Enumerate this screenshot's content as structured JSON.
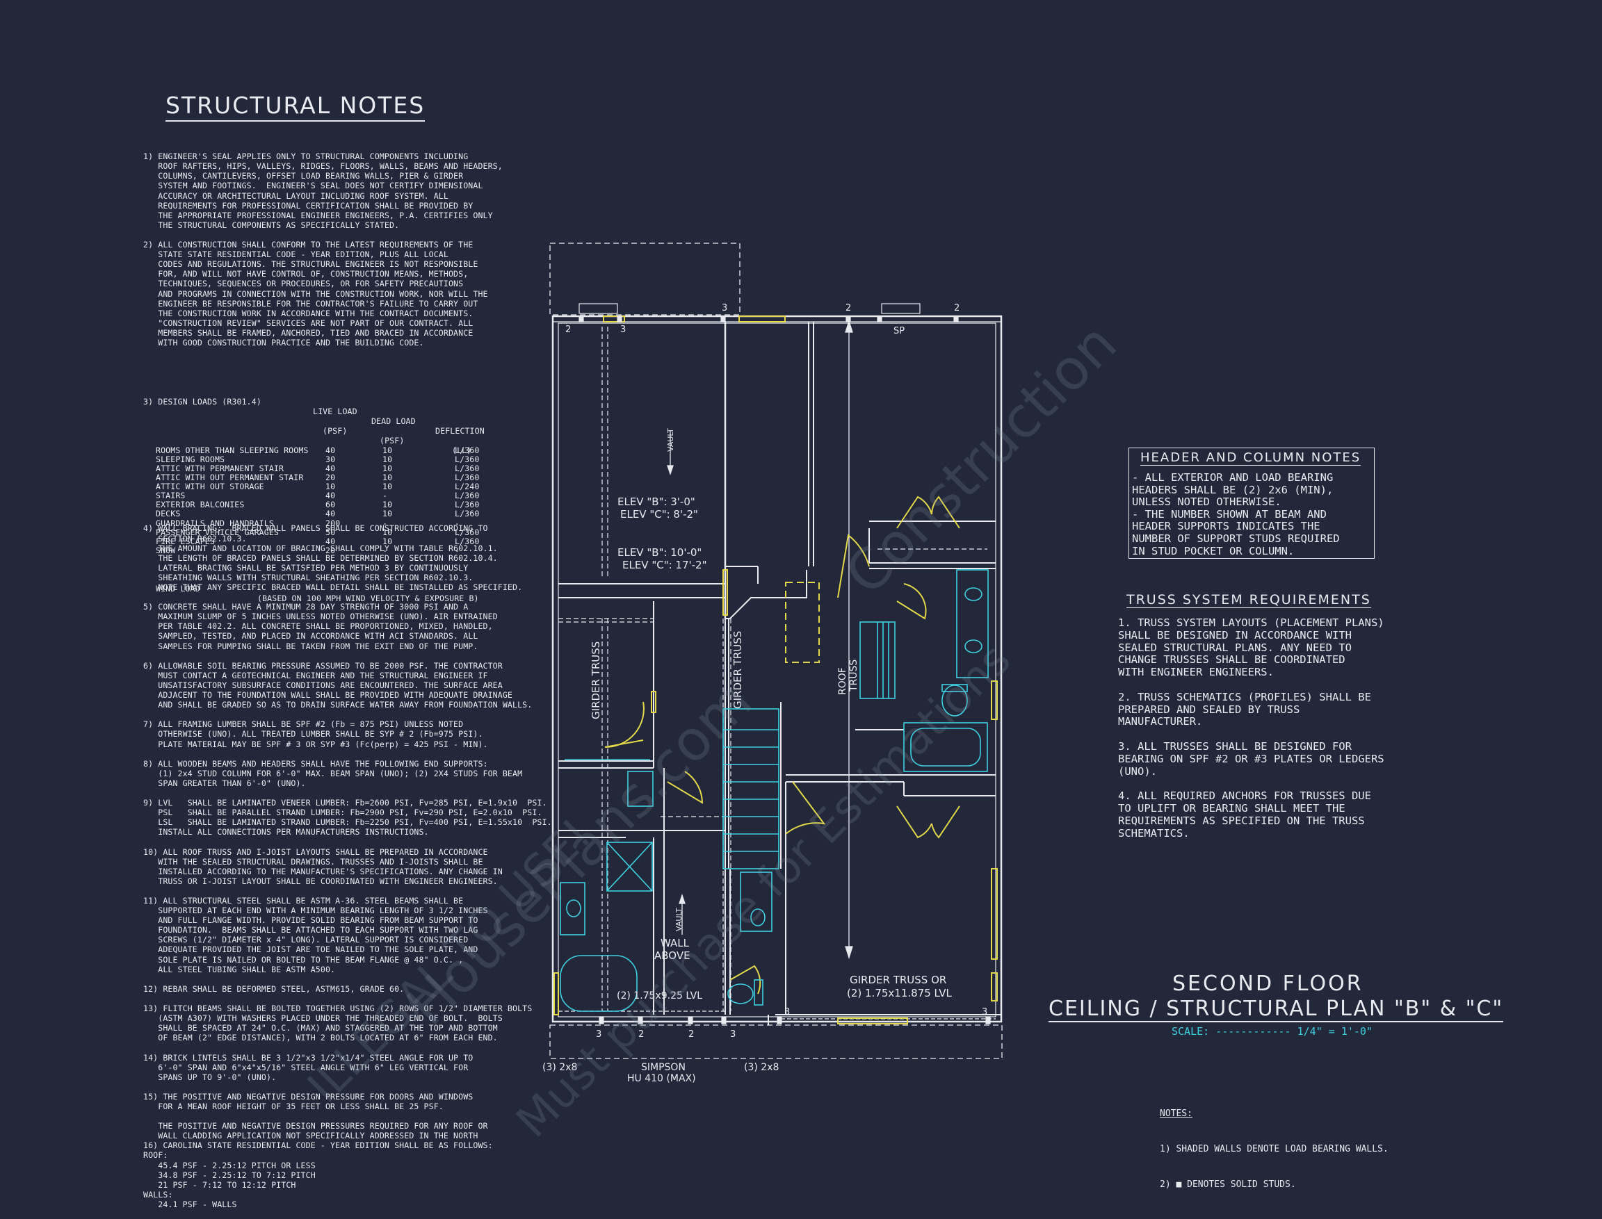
{
  "structural_notes": {
    "title": "STRUCTURAL NOTES",
    "lines": [
      "1) ENGINEER'S SEAL APPLIES ONLY TO STRUCTURAL COMPONENTS INCLUDING",
      "   ROOF RAFTERS, HIPS, VALLEYS, RIDGES, FLOORS, WALLS, BEAMS AND HEADERS,",
      "   COLUMNS, CANTILEVERS, OFFSET LOAD BEARING WALLS, PIER & GIRDER",
      "   SYSTEM AND FOOTINGS.  ENGINEER'S SEAL DOES NOT CERTIFY DIMENSIONAL",
      "   ACCURACY OR ARCHITECTURAL LAYOUT INCLUDING ROOF SYSTEM. ALL",
      "   REQUIREMENTS FOR PROFESSIONAL CERTIFICATION SHALL BE PROVIDED BY",
      "   THE APPROPRIATE PROFESSIONAL ENGINEER ENGINEERS, P.A. CERTIFIES ONLY",
      "   THE STRUCTURAL COMPONENTS AS SPECIFICALLY STATED.",
      "",
      "2) ALL CONSTRUCTION SHALL CONFORM TO THE LATEST REQUIREMENTS OF THE",
      "   STATE STATE RESIDENTIAL CODE - YEAR EDITION, PLUS ALL LOCAL",
      "   CODES AND REGULATIONS. THE STRUCTURAL ENGINEER IS NOT RESPONSIBLE",
      "   FOR, AND WILL NOT HAVE CONTROL OF, CONSTRUCTION MEANS, METHODS,",
      "   TECHNIQUES, SEQUENCES OR PROCEDURES, OR FOR SAFETY PRECAUTIONS",
      "   AND PROGRAMS IN CONNECTION WITH THE CONSTRUCTION WORK, NOR WILL THE",
      "   ENGINEER BE RESPONSIBLE FOR THE CONTRACTOR'S FAILURE TO CARRY OUT",
      "   THE CONSTRUCTION WORK IN ACCORDANCE WITH THE CONTRACT DOCUMENTS.",
      "   \"CONSTRUCTION REVIEW\" SERVICES ARE NOT PART OF OUR CONTRACT. ALL",
      "   MEMBERS SHALL BE FRAMED, ANCHORED, TIED AND BRACED IN ACCORDANCE",
      "   WITH GOOD CONSTRUCTION PRACTICE AND THE BUILDING CODE."
    ],
    "loads_header": [
      "3) DESIGN LOADS (R301.4)",
      "LIVE LOAD",
      "DEAD LOAD",
      "DEFLECTION"
    ],
    "loads_subheader": [
      "",
      "(PSF)",
      "(PSF)",
      "(LL)"
    ],
    "loads": [
      [
        "ROOMS OTHER THAN SLEEPING ROOMS",
        "40",
        "10",
        "L/360"
      ],
      [
        "SLEEPING ROOMS",
        "30",
        "10",
        "L/360"
      ],
      [
        "ATTIC WITH PERMANENT STAIR",
        "40",
        "10",
        "L/360"
      ],
      [
        "ATTIC WITH OUT PERMANENT STAIR",
        "20",
        "10",
        "L/360"
      ],
      [
        "ATTIC WITH OUT STORAGE",
        "10",
        "10",
        "L/240"
      ],
      [
        "STAIRS",
        "40",
        "-",
        "L/360"
      ],
      [
        "EXTERIOR BALCONIES",
        "60",
        "10",
        "L/360"
      ],
      [
        "DECKS",
        "40",
        "10",
        "L/360"
      ],
      [
        "GUARDRAILS AND HANDRAILS",
        "200",
        "-",
        "-"
      ],
      [
        "PASSENGER VEHICLE GARAGES",
        "50",
        "10",
        "L/360"
      ],
      [
        "FIRE ESCAPES",
        "40",
        "10",
        "L/360"
      ],
      [
        "SNOW",
        "20",
        "-",
        "-"
      ]
    ],
    "wind_load": [
      "WIND LOAD",
      "(BASED ON 100 MPH WIND VELOCITY & EXPOSURE B)"
    ],
    "lines2": [
      "4) WALL BRACING:  BRACED WALL PANELS SHALL BE CONSTRUCTED ACCORDING TO",
      "   SECTION R602.10.3.",
      "   THE AMOUNT AND LOCATION OF BRACING SHALL COMPLY WITH TABLE R602.10.1.",
      "   THE LENGTH OF BRACED PANELS SHALL BE DETERMINED BY SECTION R602.10.4.",
      "   LATERAL BRACING SHALL BE SATISFIED PER METHOD 3 BY CONTINUOUSLY",
      "   SHEATHING WALLS WITH STRUCTURAL SHEATHING PER SECTION R602.10.3.",
      "   NOTE THAT ANY SPECIFIC BRACED WALL DETAIL SHALL BE INSTALLED AS SPECIFIED.",
      "",
      "5) CONCRETE SHALL HAVE A MINIMUM 28 DAY STRENGTH OF 3000 PSI AND A",
      "   MAXIMUM SLUMP OF 5 INCHES UNLESS NOTED OTHERWISE (UNO). AIR ENTRAINED",
      "   PER TABLE 402.2. ALL CONCRETE SHALL BE PROPORTIONED, MIXED, HANDLED,",
      "   SAMPLED, TESTED, AND PLACED IN ACCORDANCE WITH ACI STANDARDS. ALL",
      "   SAMPLES FOR PUMPING SHALL BE TAKEN FROM THE EXIT END OF THE PUMP.",
      "",
      "6) ALLOWABLE SOIL BEARING PRESSURE ASSUMED TO BE 2000 PSF. THE CONTRACTOR",
      "   MUST CONTACT A GEOTECHNICAL ENGINEER AND THE STRUCTURAL ENGINEER IF",
      "   UNSATISFACTORY SUBSURFACE CONDITIONS ARE ENCOUNTERED. THE SURFACE AREA",
      "   ADJACENT TO THE FOUNDATION WALL SHALL BE PROVIDED WITH ADEQUATE DRAINAGE",
      "   AND SHALL BE GRADED SO AS TO DRAIN SURFACE WATER AWAY FROM FOUNDATION WALLS.",
      "",
      "7) ALL FRAMING LUMBER SHALL BE SPF #2 (Fb = 875 PSI) UNLESS NOTED",
      "   OTHERWISE (UNO). ALL TREATED LUMBER SHALL BE SYP # 2 (Fb=975 PSI).",
      "   PLATE MATERIAL MAY BE SPF # 3 OR SYP #3 (Fc(perp) = 425 PSI - MIN).",
      "",
      "8) ALL WOODEN BEAMS AND HEADERS SHALL HAVE THE FOLLOWING END SUPPORTS:",
      "   (1) 2x4 STUD COLUMN FOR 6'-0\" MAX. BEAM SPAN (UNO); (2) 2X4 STUDS FOR BEAM",
      "   SPAN GREATER THAN 6'-0\" (UNO).",
      "",
      "9) LVL   SHALL BE LAMINATED VENEER LUMBER: Fb=2600 PSI, Fv=285 PSI, E=1.9x10  PSI.",
      "   PSL   SHALL BE PARALLEL STRAND LUMBER: Fb=2900 PSI, Fv=290 PSI, E=2.0x10  PSI.",
      "   LSL   SHALL BE LAMINATED STRAND LUMBER: Fb=2250 PSI, Fv=400 PSI, E=1.55x10  PSI.",
      "   INSTALL ALL CONNECTIONS PER MANUFACTURERS INSTRUCTIONS.",
      "",
      "10) ALL ROOF TRUSS AND I-JOIST LAYOUTS SHALL BE PREPARED IN ACCORDANCE",
      "   WITH THE SEALED STRUCTURAL DRAWINGS. TRUSSES AND I-JOISTS SHALL BE",
      "   INSTALLED ACCORDING TO THE MANUFACTURE'S SPECIFICATIONS. ANY CHANGE IN",
      "   TRUSS OR I-JOIST LAYOUT SHALL BE COORDINATED WITH ENGINEER ENGINEERS.",
      "",
      "11) ALL STRUCTURAL STEEL SHALL BE ASTM A-36. STEEL BEAMS SHALL BE",
      "   SUPPORTED AT EACH END WITH A MINIMUM BEARING LENGTH OF 3 1/2 INCHES",
      "   AND FULL FLANGE WIDTH. PROVIDE SOLID BEARING FROM BEAM SUPPORT TO",
      "   FOUNDATION.  BEAMS SHALL BE ATTACHED TO EACH SUPPORT WITH TWO LAG",
      "   SCREWS (1/2\" DIAMETER x 4\" LONG). LATERAL SUPPORT IS CONSIDERED",
      "   ADEQUATE PROVIDED THE JOIST ARE TOE NAILED TO THE SOLE PLATE, AND",
      "   SOLE PLATE IS NAILED OR BOLTED TO THE BEAM FLANGE @ 48\" O.C. ,",
      "   ALL STEEL TUBING SHALL BE ASTM A500.",
      "",
      "12) REBAR SHALL BE DEFORMED STEEL, ASTM615, GRADE 60.",
      "",
      "13) FLITCH BEAMS SHALL BE BOLTED TOGETHER USING (2) ROWS OF 1/2\" DIAMETER BOLTS",
      "   (ASTM A307) WITH WASHERS PLACED UNDER THE THREADED END OF BOLT.  BOLTS",
      "   SHALL BE SPACED AT 24\" O.C. (MAX) AND STAGGERED AT THE TOP AND BOTTOM",
      "   OF BEAM (2\" EDGE DISTANCE), WITH 2 BOLTS LOCATED AT 6\" FROM EACH END.",
      "",
      "14) BRICK LINTELS SHALL BE 3 1/2\"x3 1/2\"x1/4\" STEEL ANGLE FOR UP TO",
      "   6'-0\" SPAN AND 6\"x4\"x5/16\" STEEL ANGLE WITH 6\" LEG VERTICAL FOR",
      "   SPANS UP TO 9'-0\" (UNO).",
      "",
      "15) THE POSITIVE AND NEGATIVE DESIGN PRESSURE FOR DOORS AND WINDOWS",
      "   FOR A MEAN ROOF HEIGHT OF 35 FEET OR LESS SHALL BE 25 PSF.",
      "",
      "   THE POSITIVE AND NEGATIVE DESIGN PRESSURES REQUIRED FOR ANY ROOF OR",
      "   WALL CLADDING APPLICATION NOT SPECIFICALLY ADDRESSED IN THE NORTH",
      "16) CAROLINA STATE RESIDENTIAL CODE - YEAR EDITION SHALL BE AS FOLLOWS:",
      "ROOF:",
      "   45.4 PSF - 2.25:12 PITCH OR LESS",
      "   34.8 PSF - 2.25:12 TO 7:12 PITCH",
      "   21 PSF - 7:12 TO 12:12 PITCH",
      "WALLS:",
      "   24.1 PSF - WALLS"
    ]
  },
  "header_column_notes": {
    "title": "HEADER AND COLUMN NOTES",
    "body": "- ALL EXTERIOR AND LOAD BEARING\nHEADERS SHALL BE (2) 2x6 (MIN),\nUNLESS NOTED OTHERWISE.\n- THE NUMBER SHOWN AT BEAM AND\nHEADER SUPPORTS INDICATES THE\nNUMBER OF SUPPORT STUDS REQUIRED\nIN STUD POCKET OR COLUMN."
  },
  "truss_requirements": {
    "title": "TRUSS SYSTEM REQUIREMENTS",
    "body": "1. TRUSS SYSTEM LAYOUTS (PLACEMENT PLANS)\nSHALL BE DESIGNED IN ACCORDANCE WITH\nSEALED STRUCTURAL PLANS. ANY NEED TO\nCHANGE TRUSSES SHALL BE COORDINATED\nWITH ENGINEER ENGINEERS.\n\n2. TRUSS SCHEMATICS (PROFILES) SHALL BE\nPREPARED AND SEALED BY TRUSS\nMANUFACTURER.\n\n3. ALL TRUSSES SHALL BE DESIGNED FOR\nBEARING ON SPF #2 OR #3 PLATES OR LEDGERS\n(UNO).\n\n4. ALL REQUIRED ANCHORS FOR TRUSSES DUE\nTO UPLIFT OR BEARING SHALL MEET THE\nREQUIREMENTS AS SPECIFIED ON THE TRUSS\nSCHEMATICS."
  },
  "plan_title": {
    "line1": "SECOND FLOOR",
    "line2": "CEILING / STRUCTURAL PLAN \"B\" & \"C\"",
    "scale": "SCALE: ------------ 1/4\" = 1'-0\""
  },
  "foot_notes": {
    "title": "NOTES:",
    "line1": "1) SHADED WALLS DENOTE LOAD BEARING WALLS.",
    "line2": "2) ■ DENOTES SOLID STUDS."
  },
  "plan_labels": {
    "elev_b1": "ELEV \"B\": 3'-0\"",
    "elev_c1": "ELEV \"C\": 8'-2\"",
    "elev_b2": "ELEV \"B\": 10'-0\"",
    "elev_c2": "ELEV \"C\": 17'-2\"",
    "vault": "VAULT",
    "girder_truss": "GIRDER TRUSS",
    "roof_truss": "ROOF TRUSS",
    "wall_above_1": "WALL",
    "wall_above_2": "ABOVE",
    "lvl": "(2) 1.75x9.25 LVL",
    "girder_or_1": "GIRDER TRUSS OR",
    "girder_or_2": "(2) 1.75x11.875 LVL",
    "sp": "SP",
    "simpson_1": "SIMPSON",
    "simpson_2": "HU 410 (MAX)",
    "post_3_2x8": "(3) 2x8",
    "n2": "2",
    "n3": "3"
  },
  "watermark": {
    "line1": "ILLEGAL TO USE!",
    "line2": "HousePlans.com",
    "line3": "Construction",
    "line4": "Must purchase for Estimations"
  },
  "colors": {
    "background": "#222839",
    "ink": "#e8eaf0",
    "cyan": "#3fd0e0",
    "yellow": "#e3d84a"
  }
}
